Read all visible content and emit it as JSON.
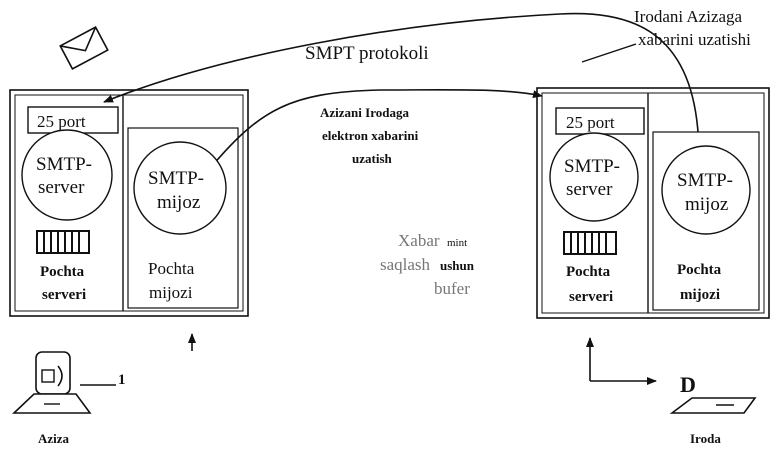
{
  "labels": {
    "top_right_line1": "Irodani Azizaga",
    "top_right_line2": "xabarini uzatishi",
    "protocol": "SMPT protokoli",
    "mid_line1": "Azizani Irodaga",
    "mid_line2": "elektron xabarini",
    "mid_line3": "uzatish",
    "buffer_line1a": "Xabar",
    "buffer_line1b": "mint",
    "buffer_line2a": "saqlash",
    "buffer_line2b": "ushun",
    "buffer_line3": "bufer"
  },
  "left_station": {
    "port": "25 port",
    "server_line1": "SMTP-",
    "server_line2": "server",
    "server_label_line1": "Pochta",
    "server_label_line2": "serveri",
    "client_line1": "SMTP-",
    "client_line2": "mijoz",
    "client_label_line1": "Pochta",
    "client_label_line2": "mijozi"
  },
  "right_station": {
    "port": "25 port",
    "server_line1": "SMTP-",
    "server_line2": "server",
    "server_label_line1": "Pochta",
    "server_label_line2": "serveri",
    "client_line1": "SMTP-",
    "client_line2": "mijoz",
    "client_label_line1": "Pochta",
    "client_label_line2": "mijozi"
  },
  "left_user": {
    "name": "Aziza",
    "marker": "1"
  },
  "right_user": {
    "name": "Iroda",
    "marker": "D"
  },
  "icons": [
    "envelope-icon",
    "computer-icon",
    "laptop-icon",
    "buffer-icon",
    "arrow-icon"
  ]
}
